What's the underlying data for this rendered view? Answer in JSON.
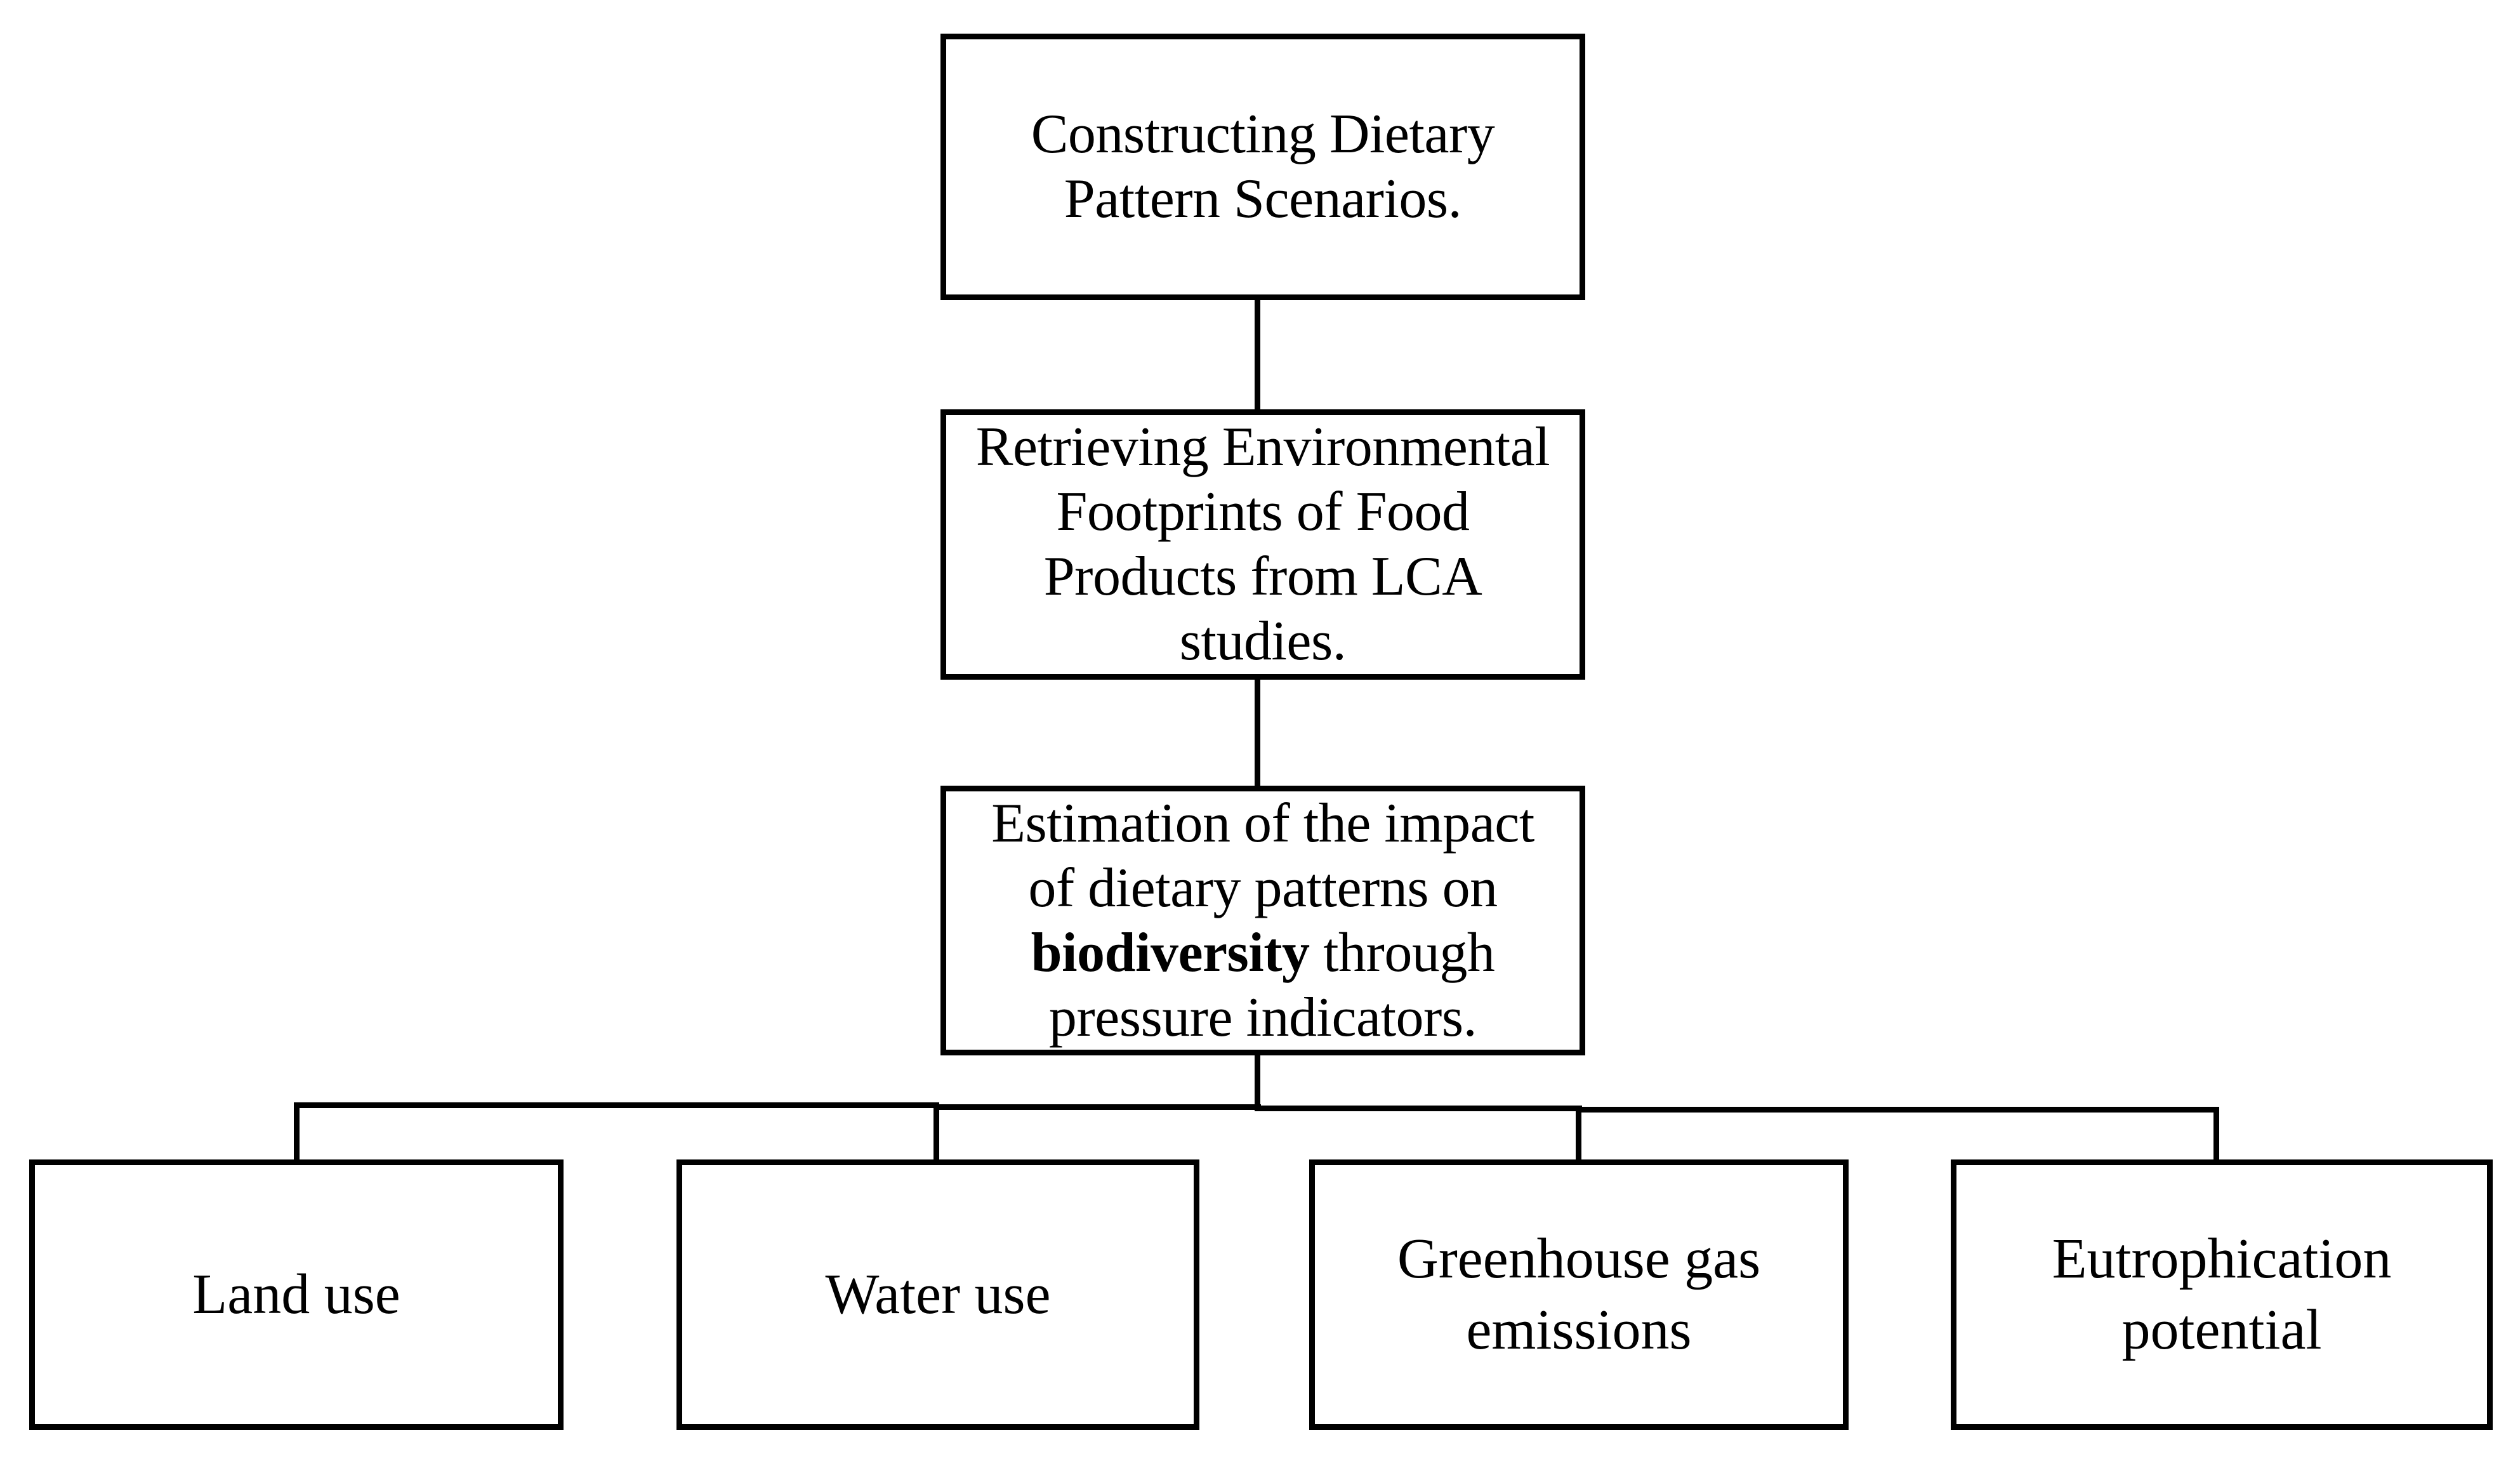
{
  "figure": {
    "background": "#ffffff",
    "line_color": "#000000",
    "text_color": "#000000",
    "nodes": {
      "step1": {
        "lines": [
          "Constructing Dietary",
          "Pattern Scenarios."
        ]
      },
      "step2": {
        "lines": [
          "Retrieving Environmental",
          "Footprints of Food",
          "Products from LCA",
          "studies."
        ]
      },
      "step3": {
        "lines": [
          "Estimation of the impact",
          "of dietary patterns on",
          [
            {
              "text": "biodiversity",
              "bold": true
            },
            {
              "text": " through",
              "bold": false
            }
          ],
          "pressure indicators."
        ]
      },
      "leaf_land": {
        "lines": [
          "Land use"
        ]
      },
      "leaf_water": {
        "lines": [
          "Water use"
        ]
      },
      "leaf_ghg": {
        "lines": [
          "Greenhouse gas",
          "emissions"
        ]
      },
      "leaf_eutro": {
        "lines": [
          "Eutrophication",
          "potential"
        ]
      }
    }
  }
}
